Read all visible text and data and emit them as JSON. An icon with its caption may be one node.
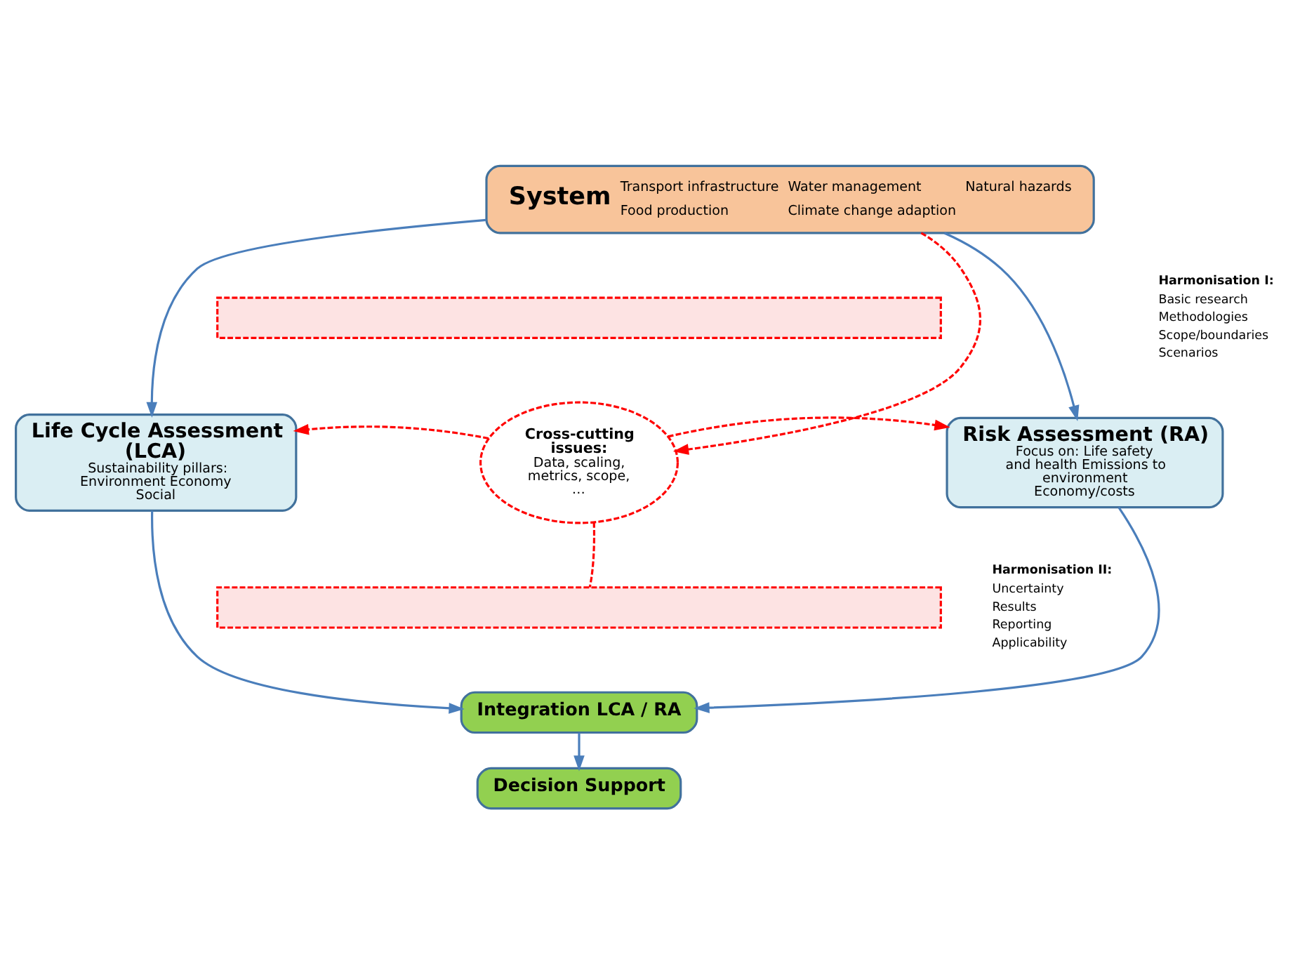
{
  "diagram": {
    "nodes": [
      {
        "text": [
          "System",
          "Transport infrastructure",
          "Water management",
          "Natural hazards",
          "Food production",
          "Climate change adaption"
        ]
      },
      {
        "text": [],
        "shape": "band",
        "beside": [
          "Harmonisation I:",
          "Basic research",
          "Methodologies",
          "Scope/boundaries",
          "Scenarios"
        ]
      },
      {
        "text": [
          "Life Cycle Assessment (LCA)",
          "Sustainability pillars: Environment Economy Social"
        ]
      },
      {
        "text": [
          "Cross-cutting issues:",
          "Data, scaling, metrics, scope, …"
        ]
      },
      {
        "text": [
          "Risk Assessment (RA)",
          "Focus on: Life safety and health Emissions to environment Economy/costs"
        ]
      },
      {
        "text": [],
        "shape": "band",
        "beside": [
          "Harmonisation II:",
          "Uncertainty",
          "Results",
          "Reporting",
          "Applicability"
        ]
      },
      {
        "text": [
          "Integration LCA / RA"
        ]
      },
      {
        "text": [
          "Decision Support"
        ]
      }
    ],
    "edges": [
      {
        "from": 0,
        "to": 2,
        "arrow": "to"
      },
      {
        "from": 0,
        "to": 4,
        "arrow": "to"
      },
      {
        "from": 0,
        "to": 3,
        "arrow": "to",
        "style": "dashed",
        "color": "#ff0000"
      },
      {
        "from": 3,
        "to": 2,
        "arrow": "to",
        "style": "dashed",
        "color": "#ff0000"
      },
      {
        "from": 3,
        "to": 4,
        "arrow": "to",
        "style": "dashed",
        "color": "#ff0000"
      },
      {
        "from": 3,
        "to": 5,
        "arrow": "none",
        "style": "dashed",
        "color": "#ff0000"
      },
      {
        "from": 2,
        "to": 6,
        "arrow": "to"
      },
      {
        "from": 4,
        "to": 6,
        "arrow": "to"
      },
      {
        "from": 6,
        "to": 7,
        "arrow": "to"
      }
    ]
  }
}
